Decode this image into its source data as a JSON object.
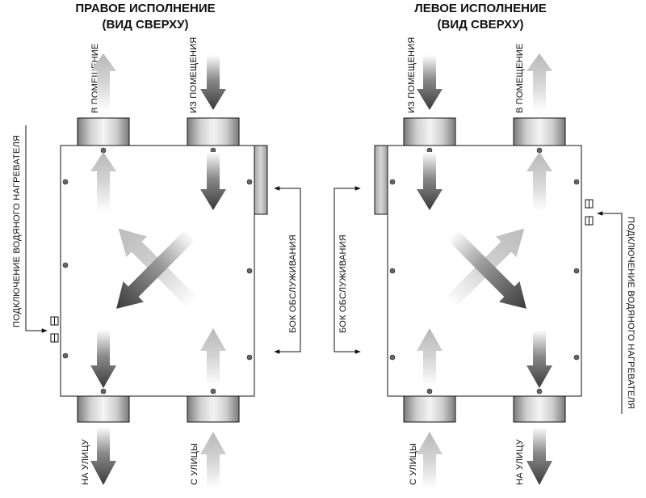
{
  "right_version": {
    "title_line1": "ПРАВОЕ ИСПОЛНЕНИЕ",
    "title_line2": "(ВИД СВЕРХУ)",
    "label_into_room": "В ПОМЕЩЕНИЕ",
    "label_from_room": "ИЗ ПОМЕЩЕНИЯ",
    "label_to_street": "НА УЛИЦУ",
    "label_from_street": "С УЛИЦЫ",
    "label_service_side": "БОК ОБСЛУЖИВАНИЯ",
    "label_water_heater": "ПОДКЛЮЧЕНИЕ ВОДЯНОГО НАГРЕВАТЕЛЯ"
  },
  "left_version": {
    "title_line1": "ЛЕВОЕ ИСПОЛНЕНИЕ",
    "title_line2": "(ВИД СВЕРХУ)",
    "label_from_room": "ИЗ ПОМЕЩЕНИЯ",
    "label_into_room": "В ПОМЕЩЕНИЕ",
    "label_from_street": "С УЛИЦЫ",
    "label_to_street": "НА УЛИЦУ",
    "label_service_side": "БОК ОБСЛУЖИВАНИЯ",
    "label_water_heater": "ПОДКЛЮЧЕНИЕ ВОДЯНОГО НАГРЕВАТЕЛЯ"
  },
  "colors": {
    "dark_arrow": "#4a4a4a",
    "light_arrow": "#c4c4c4",
    "outline": "#111111"
  }
}
